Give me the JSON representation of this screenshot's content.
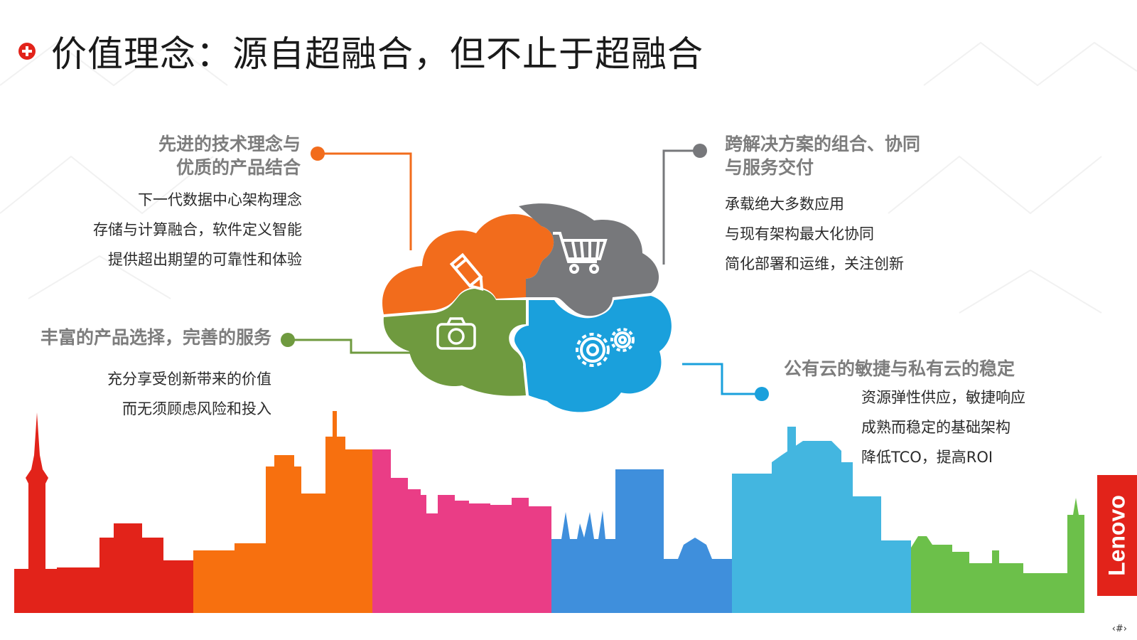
{
  "title": "价值理念：源自超融合，但不止于超融合",
  "blocks": {
    "top_left": {
      "heading": [
        "先进的技术理念与",
        "优质的产品结合"
      ],
      "items": [
        "下一代数据中心架构理念",
        "存储与计算融合，软件定义智能",
        "提供超出期望的可靠性和体验"
      ]
    },
    "mid_left": {
      "heading": [
        "丰富的产品选择，完善的服务"
      ],
      "items": [
        "充分享受创新带来的价值",
        "而无须顾虑风险和投入"
      ]
    },
    "top_right": {
      "heading": [
        "跨解决方案的组合、协同",
        "与服务交付"
      ],
      "items": [
        "承载绝大多数应用",
        "与现有架构最大化协同",
        "简化部署和运维，关注创新"
      ]
    },
    "bottom_right": {
      "heading": [
        "公有云的敏捷与私有云的稳定"
      ],
      "items": [
        "资源弹性供应，敏捷响应",
        "成熟而稳定的基础架构",
        "降低TCO，提高ROI"
      ]
    }
  },
  "brain_pieces": [
    {
      "name": "pencil",
      "icon": "pencil-icon",
      "color": "#f26c1c"
    },
    {
      "name": "cart",
      "icon": "shopping-cart-icon",
      "color": "#77787b"
    },
    {
      "name": "camera",
      "icon": "camera-icon",
      "color": "#6f9a3f"
    },
    {
      "name": "gears",
      "icon": "gears-icon",
      "color": "#1aa0dc"
    }
  ],
  "colors": {
    "accent": "#e2231a",
    "orange": "#f26c1c",
    "gray": "#77787b",
    "green": "#6f9a3f",
    "blue": "#1aa0dc",
    "heading": "#7d7d7d"
  },
  "skyline_colors": [
    "#e2231a",
    "#f7700f",
    "#ea3d86",
    "#3f8fdc",
    "#43b6e0",
    "#6cc04a"
  ],
  "logo": "Lenovo",
  "page_number": "‹#›"
}
